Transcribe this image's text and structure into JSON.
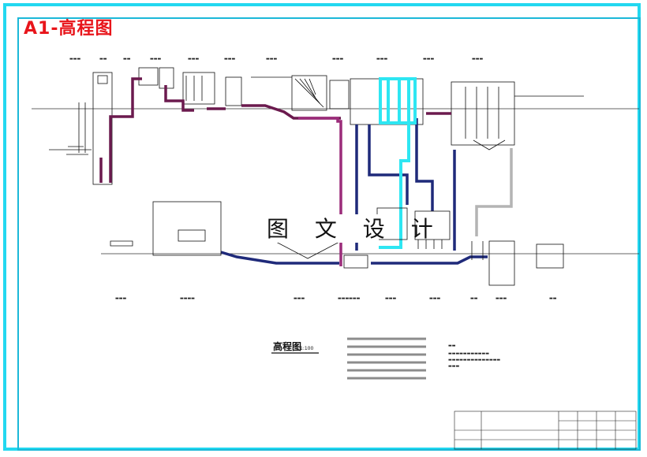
{
  "sheet_title": "A1-高程图",
  "watermark": "图 文 设 计",
  "drawing_title": "高程图",
  "drawing_scale": "1:100",
  "colors": {
    "frame": "#22d8f0",
    "title": "#e8151b",
    "pipe_purple": "#6b1a4e",
    "pipe_magenta": "#9b2c7a",
    "pipe_navy": "#1f2a7a",
    "pipe_cyan": "#2ee6f2",
    "pipe_gray": "#b4b4b4"
  },
  "icons": {
    "watermark": "text-watermark",
    "legend": "legend-bars"
  }
}
